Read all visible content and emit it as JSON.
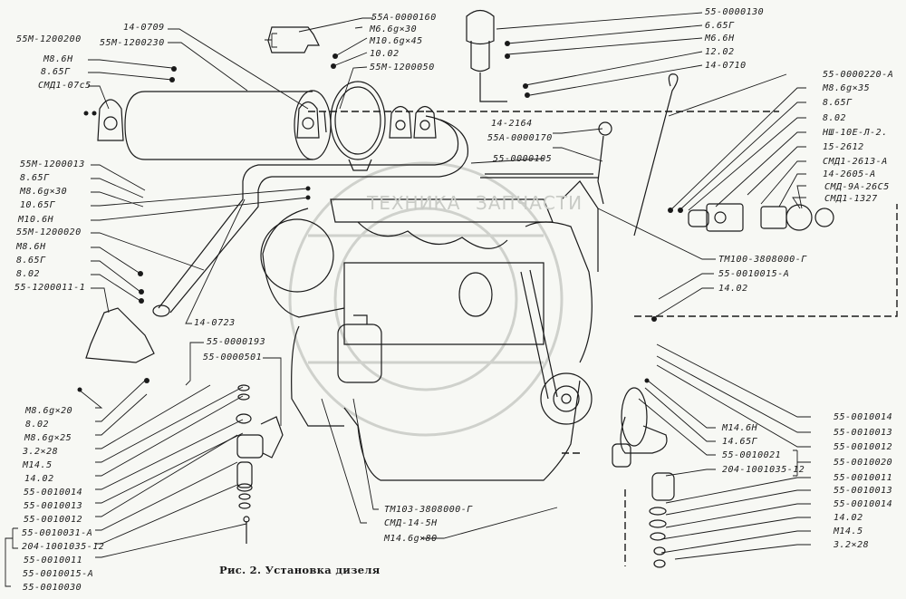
{
  "caption": "Рис. 2. Установка дизеля",
  "watermark": {
    "left": "ТЕХНИКА",
    "right": "ЗАПЧАСТИ"
  },
  "labels": {
    "l_55m1200200": "55М-1200200",
    "l_14_0709": "14-0709",
    "l_55m1200230": "55М-1200230",
    "l_m8_6h_top": "М8.6Н",
    "l_8_65g_top": "8.65Г",
    "l_smd1_07s5": "СМД1-07с5",
    "l_55m1200013": "55М-1200013",
    "l_8_65g_a": "8.65Г",
    "l_m8_30_left": "М8.6g×30",
    "l_10_65g": "10.65Г",
    "l_m10_6h": "М10.6Н",
    "l_55m1200020": "55М-1200020",
    "l_m8_6h_b": "М8.6Н",
    "l_8_65g_b": "8.65Г",
    "l_8_02_a": "8.02",
    "l_55_1200011_1": "55-1200011-1",
    "l_14_0723": "14-0723",
    "l_55_0000193": "55-0000193",
    "l_55_0000501": "55-0000501",
    "l_m8_20": "М8.6g×20",
    "l_8_02_b": "8.02",
    "l_m8_25": "М8.6g×25",
    "l_3_2_28_l": "3.2×28",
    "l_m14_5_l": "М14.5",
    "l_14_02_l": "14.02",
    "l_55_0010014_l": "55-0010014",
    "l_55_0010013_l": "55-0010013",
    "l_55_0010012_l": "55-0010012",
    "l_55_0010031_a": "55-0010031-А",
    "l_204_1001035_12_l": "204-1001035-12",
    "l_55_0010011_l": "55-0010011",
    "l_55_0010015_a_l": "55-0010015-А",
    "l_55_0010030": "55-0010030",
    "l_55a_0000160": "55А-0000160",
    "l_m6_30": "М6.6g×30",
    "l_m10_45": "М10.6g×45",
    "l_10_02": "10.02",
    "l_55m1200050": "55М-1200050",
    "l_55_0000130": "55-0000130",
    "l_6_65g": "6.65Г",
    "l_m6_6h": "М6.6Н",
    "l_12_02": "12.02",
    "l_14_0710": "14-0710",
    "l_14_2164": "14-2164",
    "l_55a_0000170": "55А-0000170",
    "l_55_0000105": "55-0000105",
    "l_55_0000220_a": "55-0000220-А",
    "l_m8_35": "М8.6g×35",
    "l_8_65g_r": "8.65Г",
    "l_8_02_r": "8.02",
    "l_nsh_10e": "НШ-10Е-Л-2.",
    "l_15_2612": "15-2612",
    "l_smd1_2613_a": "СМД1-2613-А",
    "l_14_2605_a": "14-2605-А",
    "l_smd_9a_26s5": "СМД-9А-26С5",
    "l_smd1_1327": "СМД1-1327",
    "l_tm100": "ТМ100-3808000-Г",
    "l_55_0010015_a_r": "55-0010015-А",
    "l_14_02_r": "14.02",
    "l_m14_6h": "М14.6Н",
    "l_14_65g": "14.65Г",
    "l_55_0010021": "55-0010021",
    "l_204_1001035_12_r": "204-1001035-12",
    "l_55_0010014_r": "55-0010014",
    "l_55_0010013_r": "55-0010013",
    "l_55_0010012_r": "55-0010012",
    "l_55_0010020": "55-0010020",
    "l_55_0010011_r": "55-0010011",
    "l_55_0010013_r2": "55-0010013",
    "l_55_0010014_r2": "55-0010014",
    "l_14_02_r2": "14.02",
    "l_m14_5_r": "М14.5",
    "l_3_2_28_r": "3.2×28",
    "l_tm103": "ТМ103-3808000-Г",
    "l_smd_14_5h": "СМД-14-5Н",
    "l_m14_80": "М14.6g×80"
  }
}
